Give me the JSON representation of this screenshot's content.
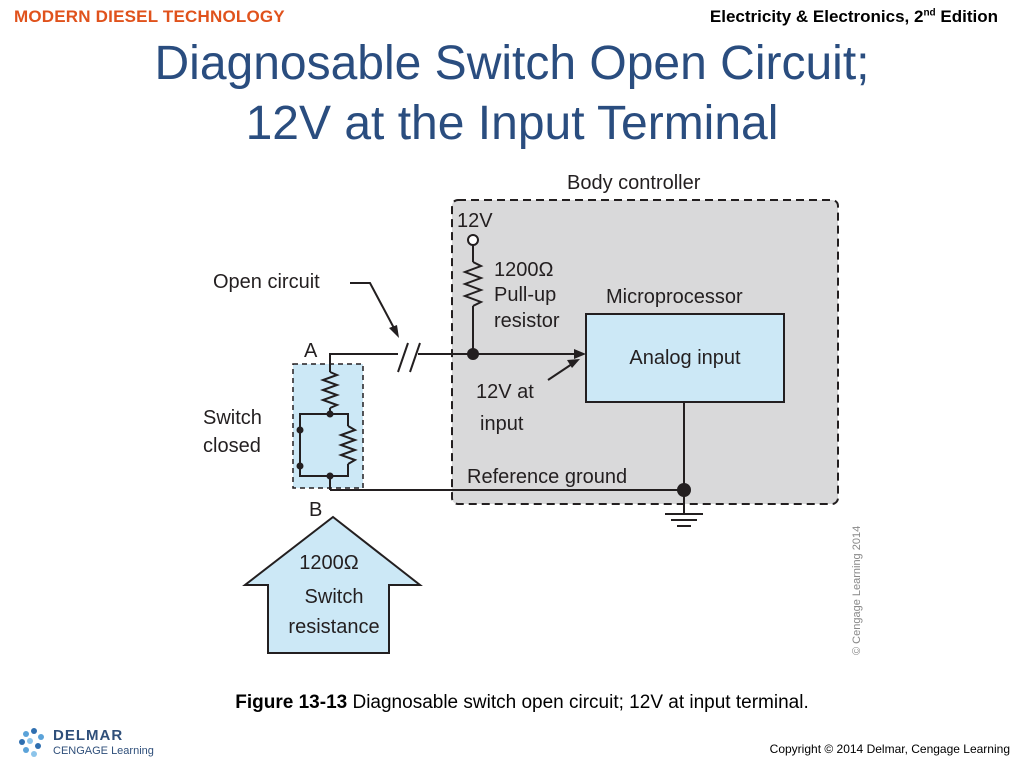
{
  "header": {
    "brand": "MODERN DIESEL TECHNOLOGY",
    "edition_main": "Electricity & Electronics, 2",
    "edition_sup": "nd",
    "edition_tail": " Edition"
  },
  "title": {
    "line1": "Diagnosable Switch Open Circuit;",
    "line2": "12V at the Input Terminal"
  },
  "diagram": {
    "body_controller": "Body controller",
    "supply_voltage": "12V",
    "pullup_value": "1200Ω",
    "pullup_line1": "Pull-up",
    "pullup_line2": "resistor",
    "microprocessor": "Microprocessor",
    "analog_input": "Analog input",
    "open_circuit": "Open circuit",
    "point_a": "A",
    "point_b": "B",
    "switch_line1": "Switch",
    "switch_line2": "closed",
    "input_v_line1": "12V at",
    "input_v_line2": "input",
    "reference_ground": "Reference ground",
    "switch_res_value": "1200Ω",
    "switch_res_line1": "Switch",
    "switch_res_line2": "resistance",
    "vertical_copyright": "© Cengage Learning 2014"
  },
  "caption": {
    "figure_number": "Figure 13-13",
    "text": " Diagnosable switch open circuit; 12V at input terminal."
  },
  "footer": {
    "logo_line1": "DELMAR",
    "logo_line2": "CENGAGE Learning",
    "copyright": "Copyright © 2014 Delmar, Cengage Learning"
  },
  "colors": {
    "brand": "#e0521c",
    "title": "#2a4d7f",
    "controller_fill": "#d9d9da",
    "box_fill": "#cce8f6",
    "wire": "#231f20"
  }
}
